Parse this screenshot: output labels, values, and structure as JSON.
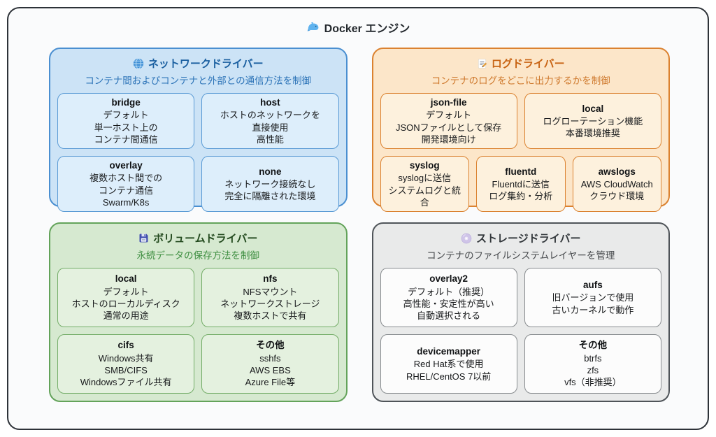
{
  "header": {
    "icon": "whale-icon",
    "title": "Docker エンジン"
  },
  "panels": {
    "network": {
      "icon": "globe-icon",
      "title": "ネットワークドライバー",
      "subtitle": "コンテナ間およびコンテナと外部との通信方法を制御",
      "colors": {
        "border": "#4a8fd1",
        "bg": "#cce3f6",
        "card_bg": "#ddeefb",
        "title": "#1a5fa0"
      },
      "cards": [
        {
          "name": "bridge",
          "desc": "デフォルト\n単一ホスト上の\nコンテナ間通信"
        },
        {
          "name": "host",
          "desc": "ホストのネットワークを\n直接使用\n高性能"
        },
        {
          "name": "overlay",
          "desc": "複数ホスト間での\nコンテナ通信\nSwarm/K8s"
        },
        {
          "name": "none",
          "desc": "ネットワーク接続なし\n完全に隔離された環境"
        }
      ]
    },
    "log": {
      "icon": "memo-icon",
      "title": "ログドライバー",
      "subtitle": "コンテナのログをどこに出力するかを制御",
      "colors": {
        "border": "#db8230",
        "bg": "#fce6c9",
        "card_bg": "#fdf1dd",
        "title": "#c86414"
      },
      "cards": [
        {
          "name": "json-file",
          "desc": "デフォルト\nJSONファイルとして保存\n開発環境向け"
        },
        {
          "name": "local",
          "desc": "ログローテーション機能\n本番環境推奨"
        },
        {
          "name": "syslog",
          "desc": "syslogに送信\nシステムログと統合"
        },
        {
          "name": "fluentd",
          "desc": "Fluentdに送信\nログ集約・分析"
        },
        {
          "name": "awslogs",
          "desc": "AWS CloudWatch\nクラウド環境"
        }
      ]
    },
    "volume": {
      "icon": "floppy-icon",
      "title": "ボリュームドライバー",
      "subtitle": "永続データの保存方法を制御",
      "colors": {
        "border": "#63a35a",
        "bg": "#d6e9d0",
        "card_bg": "#e4f1df",
        "title": "#234a1e"
      },
      "cards": [
        {
          "name": "local",
          "desc": "デフォルト\nホストのローカルディスク\n通常の用途"
        },
        {
          "name": "nfs",
          "desc": "NFSマウント\nネットワークストレージ\n複数ホストで共有"
        },
        {
          "name": "cifs",
          "desc": "Windows共有\nSMB/CIFS\nWindowsファイル共有"
        },
        {
          "name": "その他",
          "desc": "sshfs\nAWS EBS\nAzure File等"
        }
      ]
    },
    "storage": {
      "icon": "cd-icon",
      "title": "ストレージドライバー",
      "subtitle": "コンテナのファイルシステムレイヤーを管理",
      "colors": {
        "border": "#4f5459",
        "bg": "#e9eaea",
        "card_bg": "#fcfcfc",
        "title": "#33383c"
      },
      "cards": [
        {
          "name": "overlay2",
          "desc": "デフォルト（推奨）\n高性能・安定性が高い\n自動選択される"
        },
        {
          "name": "aufs",
          "desc": "旧バージョンで使用\n古いカーネルで動作"
        },
        {
          "name": "devicemapper",
          "desc": "Red Hat系で使用\nRHEL/CentOS 7以前"
        },
        {
          "name": "その他",
          "desc": "btrfs\nzfs\nvfs（非推奨）"
        }
      ]
    }
  }
}
